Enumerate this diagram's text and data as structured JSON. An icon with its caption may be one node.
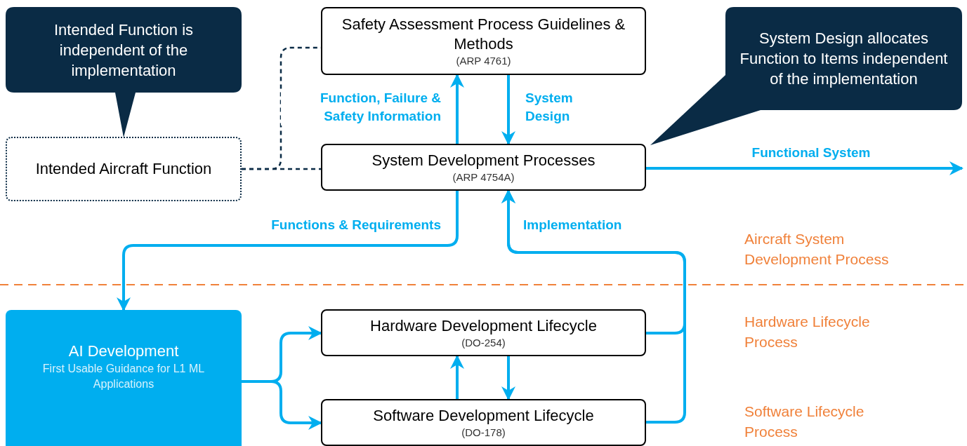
{
  "diagram": {
    "nodes": [
      {
        "text": [
          "Intended Function is independent of the implementation"
        ]
      },
      {
        "text": [
          "Safety Assessment Process Guidelines & Methods",
          "(ARP 4761)"
        ]
      },
      {
        "text": [
          "Intended Aircraft Function"
        ]
      },
      {
        "text": [
          "System Development Processes",
          "(ARP 4754A)"
        ]
      },
      {
        "text": [
          "System Design allocates Function to Items independent of the implementation"
        ]
      },
      {
        "text": [
          "AI Development",
          "First Usable Guidance for L1 ML Applications"
        ]
      },
      {
        "text": [
          "Hardware Development Lifecycle",
          "(DO-254)"
        ]
      },
      {
        "text": [
          "Software Development Lifecycle",
          "(DO-178)"
        ]
      }
    ],
    "edges": [
      {
        "from": 3,
        "to": 1,
        "arrow": "to",
        "label": "Function, Failure & Safety Information"
      },
      {
        "from": 1,
        "to": 3,
        "arrow": "to",
        "label": "System Design"
      },
      {
        "from": 2,
        "to": 1,
        "arrow": "none",
        "style": "dashed",
        "color": "#0a2b45"
      },
      {
        "from": 2,
        "to": 3,
        "arrow": "none",
        "style": "dashed",
        "color": "#0a2b45"
      },
      {
        "from": 3,
        "to": null,
        "arrow": "to",
        "label": "Functional System"
      },
      {
        "from": 3,
        "to": 5,
        "arrow": "to",
        "label": "Functions & Requirements"
      },
      {
        "from": 6,
        "to": 3,
        "arrow": "to",
        "label": "Implementation"
      },
      {
        "from": 7,
        "to": 3,
        "arrow": "to"
      },
      {
        "from": 5,
        "to": 6,
        "arrow": "to"
      },
      {
        "from": 5,
        "to": 7,
        "arrow": "to"
      },
      {
        "from": 7,
        "to": 6,
        "arrow": "to"
      },
      {
        "from": 6,
        "to": 7,
        "arrow": "to"
      }
    ],
    "labels": [
      "Aircraft System Development Process",
      "Hardware Lifecycle Process",
      "Software Lifecycle Process"
    ]
  }
}
